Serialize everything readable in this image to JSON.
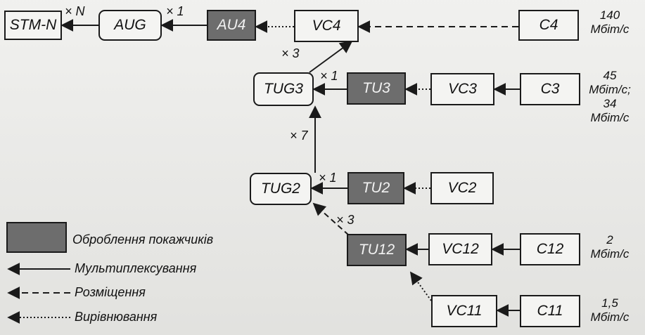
{
  "boxes": {
    "stmn": "STM-N",
    "aug": "AUG",
    "au4": "AU4",
    "vc4": "VC4",
    "c4": "C4",
    "tug3": "TUG3",
    "tu3": "TU3",
    "vc3": "VC3",
    "c3": "C3",
    "tug2": "TUG2",
    "tu2": "TU2",
    "vc2": "VC2",
    "tu12": "TU12",
    "vc12": "VC12",
    "c12": "C12",
    "vc11": "VC11",
    "c11": "C11"
  },
  "multipliers": {
    "aug_stmn": "× N",
    "au4_aug": "× 1",
    "tug3_vc4": "× 3",
    "tu3_tug3": "× 1",
    "tug2_tug3": "× 7",
    "tu2_tug2": "× 1",
    "tu12_tug2": "× 3"
  },
  "rates": {
    "c4": [
      "140",
      "Мбіт/с"
    ],
    "c3": [
      "45",
      "Мбіт/с;",
      "34",
      "Мбіт/с"
    ],
    "c12": [
      "2",
      "Мбіт/с"
    ],
    "c11": [
      "1,5",
      "Мбіт/с"
    ]
  },
  "legend": {
    "pointer_processing": "Оброблення покажчиків",
    "multiplexing": "Мультиплексування",
    "mapping": "Розміщення",
    "alignment": "Вирівнювання"
  },
  "colors": {
    "line": "#1a1a1a",
    "dark_box": "#6d6d6d",
    "background": "#e9e9e6"
  }
}
